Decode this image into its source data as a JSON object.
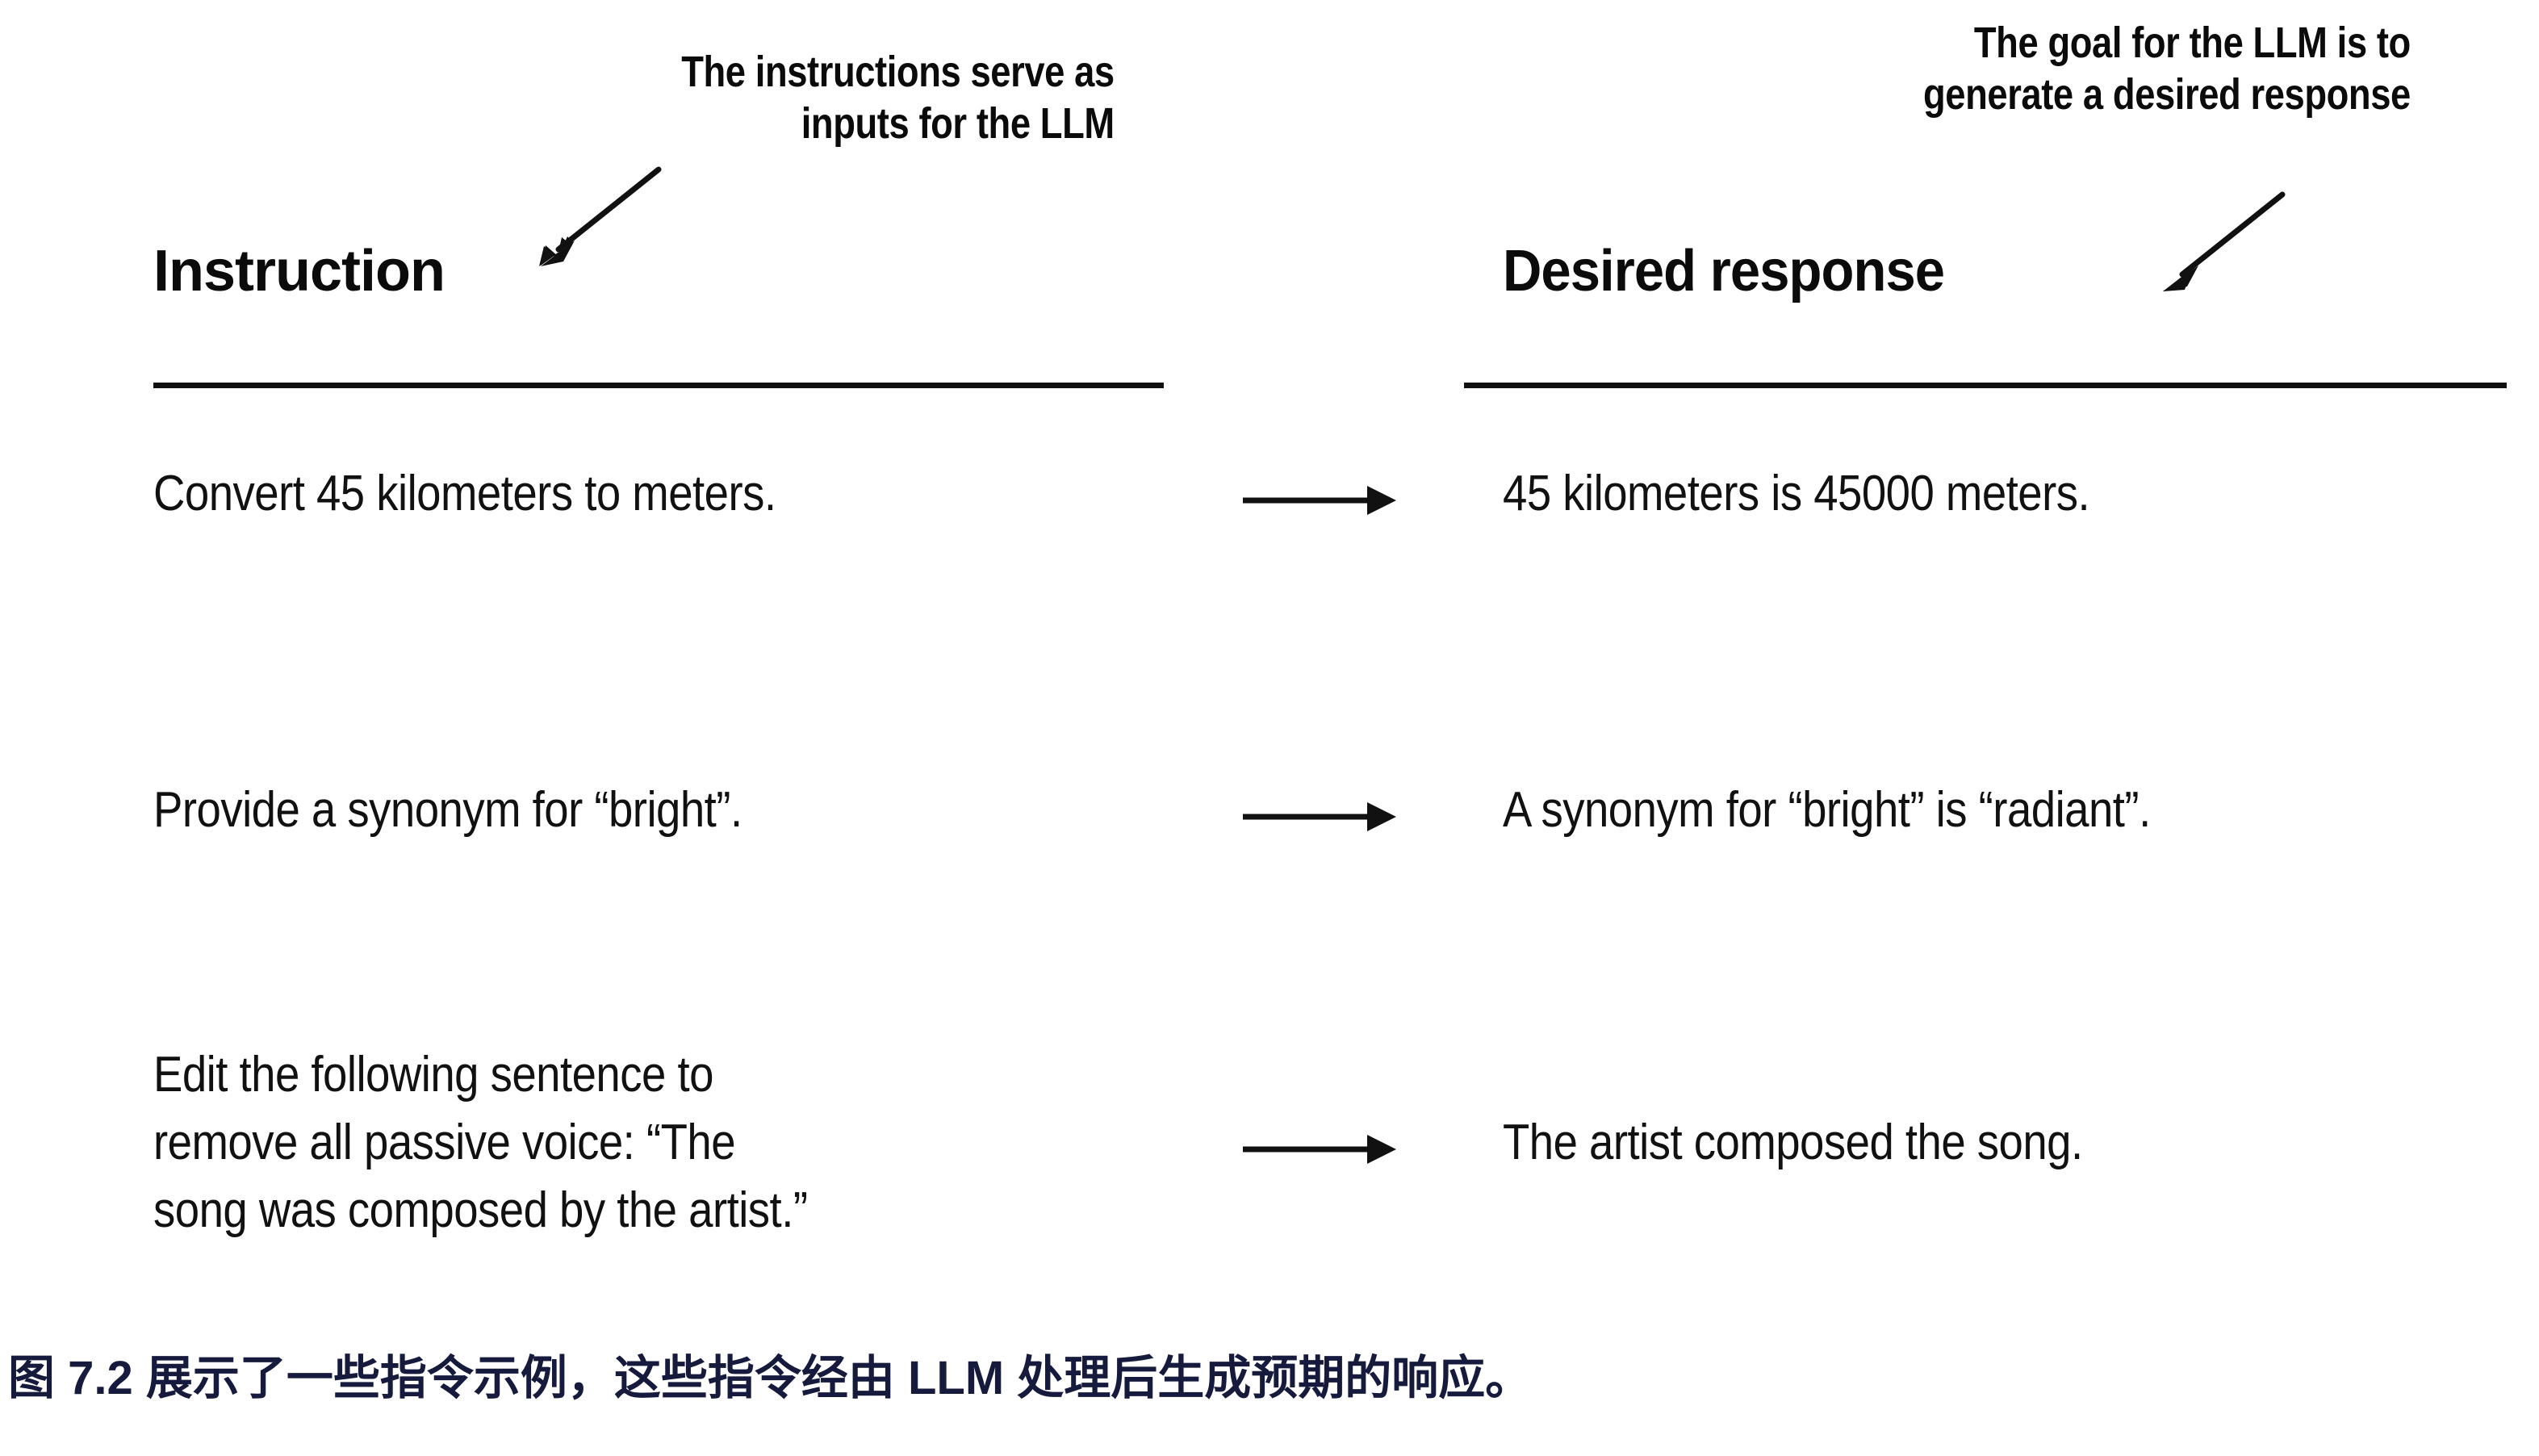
{
  "figure": {
    "annotations": {
      "left": {
        "lines": [
          "The instructions serve as",
          "inputs for the LLM"
        ],
        "line1": "The instructions serve as",
        "line2": "inputs for the LLM"
      },
      "right": {
        "lines": [
          "The goal for the LLM is to",
          "generate a desired response"
        ],
        "line1": "The goal for the LLM is to",
        "line2": "generate a desired response"
      }
    },
    "columns": {
      "instruction_header": "Instruction",
      "response_header": "Desired response"
    },
    "rows": [
      {
        "instruction": "Convert 45 kilometers to meters.",
        "response": "45 kilometers is 45000 meters.",
        "arrow": "right-arrow-icon"
      },
      {
        "instruction": "Provide a synonym for “bright”.",
        "response": "A synonym for “bright” is “radiant”.",
        "arrow": "right-arrow-icon"
      },
      {
        "instruction": "Edit the following sentence to\nremove all passive voice: “The\nsong was composed by the artist.”",
        "response": "The artist composed the song.",
        "arrow": "right-arrow-icon"
      }
    ],
    "caption": "图 7.2 展示了一些指令示例，这些指令经由 LLM 处理后生成预期的响应。",
    "colors": {
      "background": "#ffffff",
      "ink": "#111111",
      "caption": "#161a3c"
    }
  }
}
